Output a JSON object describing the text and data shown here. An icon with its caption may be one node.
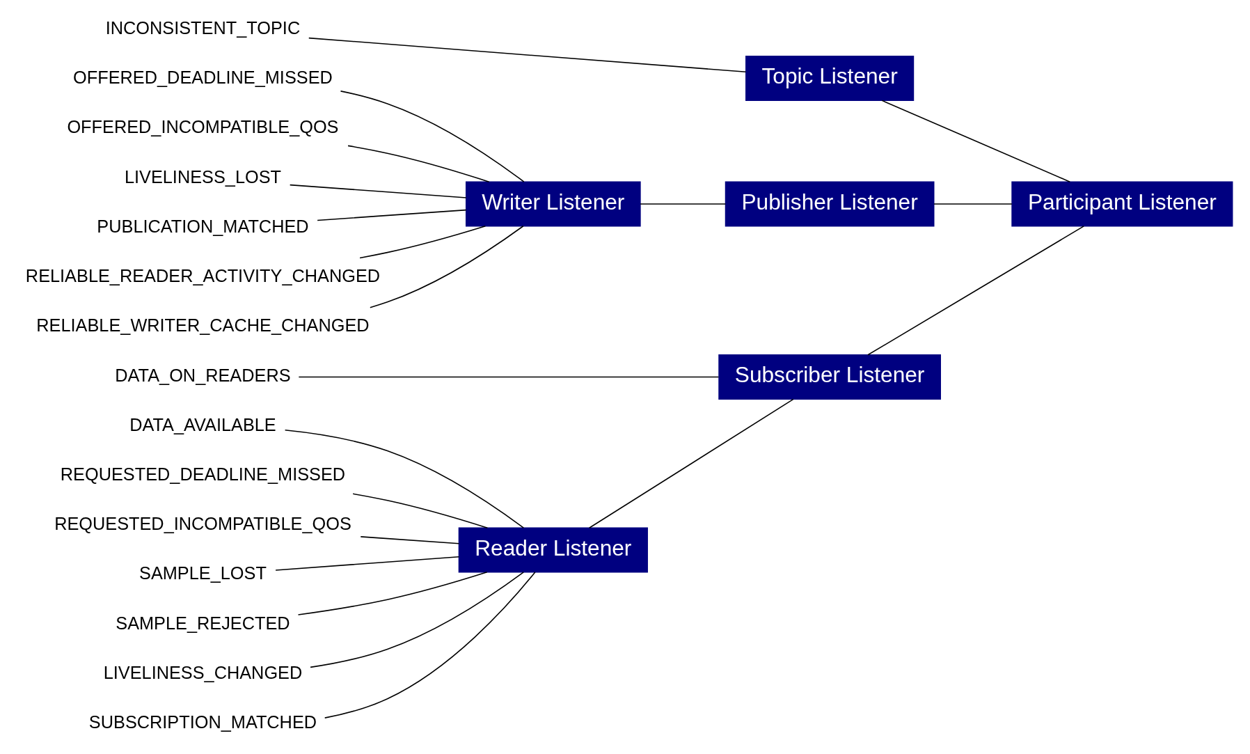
{
  "diagram": {
    "nodes": [
      {
        "text": [
          "INCONSISTENT_TOPIC"
        ]
      },
      {
        "text": [
          "OFFERED_DEADLINE_MISSED"
        ]
      },
      {
        "text": [
          "OFFERED_INCOMPATIBLE_QOS"
        ]
      },
      {
        "text": [
          "LIVELINESS_LOST"
        ]
      },
      {
        "text": [
          "PUBLICATION_MATCHED"
        ]
      },
      {
        "text": [
          "RELIABLE_READER_ACTIVITY_CHANGED"
        ]
      },
      {
        "text": [
          "RELIABLE_WRITER_CACHE_CHANGED"
        ]
      },
      {
        "text": [
          "DATA_ON_READERS"
        ]
      },
      {
        "text": [
          "DATA_AVAILABLE"
        ]
      },
      {
        "text": [
          "REQUESTED_DEADLINE_MISSED"
        ]
      },
      {
        "text": [
          "REQUESTED_INCOMPATIBLE_QOS"
        ]
      },
      {
        "text": [
          "SAMPLE_LOST"
        ]
      },
      {
        "text": [
          "SAMPLE_REJECTED"
        ]
      },
      {
        "text": [
          "LIVELINESS_CHANGED"
        ]
      },
      {
        "text": [
          "SUBSCRIPTION_MATCHED"
        ]
      },
      {
        "text": [
          "Topic Listener"
        ]
      },
      {
        "text": [
          "Writer Listener"
        ]
      },
      {
        "text": [
          "Publisher Listener"
        ]
      },
      {
        "text": [
          "Reader Listener"
        ]
      },
      {
        "text": [
          "Subscriber Listener"
        ]
      },
      {
        "text": [
          "Participant Listener"
        ]
      }
    ],
    "edges": [
      {
        "from": 0,
        "to": 15,
        "arrow": "none"
      },
      {
        "from": 1,
        "to": 16,
        "arrow": "none"
      },
      {
        "from": 2,
        "to": 16,
        "arrow": "none"
      },
      {
        "from": 3,
        "to": 16,
        "arrow": "none"
      },
      {
        "from": 4,
        "to": 16,
        "arrow": "none"
      },
      {
        "from": 5,
        "to": 16,
        "arrow": "none"
      },
      {
        "from": 6,
        "to": 16,
        "arrow": "none"
      },
      {
        "from": 16,
        "to": 17,
        "arrow": "none"
      },
      {
        "from": 7,
        "to": 19,
        "arrow": "none"
      },
      {
        "from": 8,
        "to": 18,
        "arrow": "none"
      },
      {
        "from": 9,
        "to": 18,
        "arrow": "none"
      },
      {
        "from": 10,
        "to": 18,
        "arrow": "none"
      },
      {
        "from": 11,
        "to": 18,
        "arrow": "none"
      },
      {
        "from": 12,
        "to": 18,
        "arrow": "none"
      },
      {
        "from": 13,
        "to": 18,
        "arrow": "none"
      },
      {
        "from": 14,
        "to": 18,
        "arrow": "none"
      },
      {
        "from": 18,
        "to": 19,
        "arrow": "none"
      },
      {
        "from": 15,
        "to": 20,
        "arrow": "none"
      },
      {
        "from": 17,
        "to": 20,
        "arrow": "none"
      },
      {
        "from": 19,
        "to": 20,
        "arrow": "none"
      }
    ]
  }
}
